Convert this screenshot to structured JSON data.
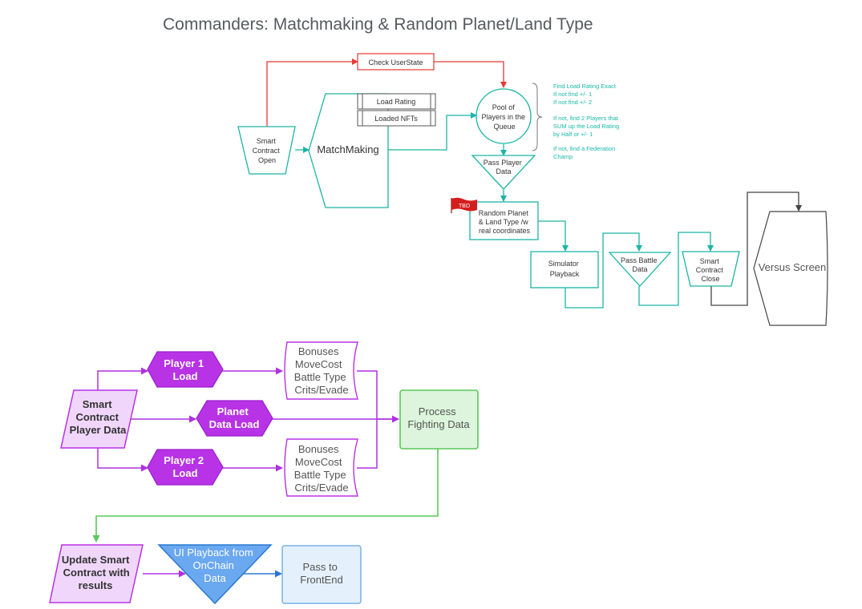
{
  "title": "Commanders: Matchmaking & Random Planet/Land Type",
  "nodes": {
    "check_userstate": "Check UserState",
    "smart_contract_open": [
      "Smart",
      "Contract",
      "Open"
    ],
    "matchmaking": "MatchMaking",
    "load_rating": "Load Rating",
    "loaded_nfts": "Loaded NFTs",
    "pool": [
      "Pool of",
      "Players in the",
      "Queue"
    ],
    "pass_player_data": [
      "Pass Player",
      "Data"
    ],
    "tbd_flag": "TBD",
    "random_planet": [
      "Random Planet",
      "& Land Type /w",
      "real coordinates"
    ],
    "simulator_playback": [
      "Simulator",
      "Playback"
    ],
    "pass_battle_data": [
      "Pass Battle",
      "Data"
    ],
    "smart_contract_close": [
      "Smart",
      "Contract",
      "Close"
    ],
    "versus_screen": "Versus Screen",
    "sc_player_data": [
      "Smart",
      "Contract",
      "Player Data"
    ],
    "player1_load": [
      "Player 1",
      "Load"
    ],
    "planet_data_load": [
      "Planet",
      "Data Load"
    ],
    "player2_load": [
      "Player 2",
      "Load"
    ],
    "bonuses_1": [
      "Bonuses",
      "MoveCost",
      "Battle Type",
      "Crits/Evade"
    ],
    "bonuses_2": [
      "Bonuses",
      "MoveCost",
      "Battle Type",
      "Crits/Evade"
    ],
    "process_fighting": [
      "Process",
      "Fighting Data"
    ],
    "update_sc": [
      "Update Smart",
      "Contract with",
      "results"
    ],
    "ui_playback": [
      "UI Playback from",
      "OnChain",
      "Data"
    ],
    "pass_frontend": [
      "Pass to",
      "FrontEnd"
    ]
  },
  "note_lines": [
    "Find Load Rating Exact",
    "If not find +/- 1",
    "If not find +/- 2",
    "",
    "If not, find 2 Players that",
    "SUM up the Load Rating",
    "by Half or +/- 1",
    "",
    "If not, find a Federation",
    "Champ"
  ],
  "colors": {
    "teal": "#1bb5a5",
    "red": "#e53935",
    "dark": "#444444",
    "purple": "#b030e0",
    "purple_fill": "#f0d6fb",
    "purple_strong": "#b832e6",
    "green": "#5ac85a",
    "green_fill": "#dcf5dc",
    "blue": "#2a78d0",
    "blue_fill": "#6aa8f0",
    "light_blue_fill": "#e4f0fb",
    "light_blue_stroke": "#7ab0e8",
    "flag": "#d41d1d"
  }
}
